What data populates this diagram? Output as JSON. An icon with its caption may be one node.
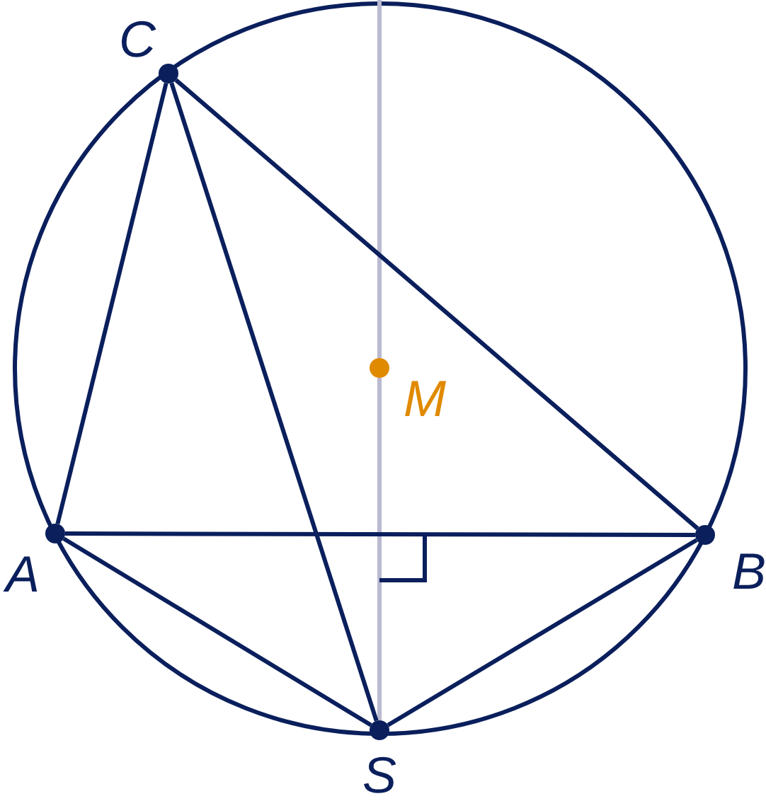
{
  "diagram": {
    "nodes": [
      {
        "text": [
          "C"
        ]
      },
      {
        "text": [
          "A"
        ]
      },
      {
        "text": [
          "B"
        ]
      },
      {
        "text": [
          "S"
        ]
      },
      {
        "text": [
          "M"
        ]
      }
    ],
    "edges": [
      {
        "from": null,
        "to": 4,
        "arrow": "none",
        "color": "#b9b9d0"
      },
      {
        "from": 4,
        "to": 3,
        "arrow": "none",
        "color": "#b9b9d0"
      },
      {
        "from": 0,
        "to": 1,
        "arrow": "none"
      },
      {
        "from": 0,
        "to": 2,
        "arrow": "none"
      },
      {
        "from": 0,
        "to": 3,
        "arrow": "none"
      },
      {
        "from": 1,
        "to": 2,
        "arrow": "none"
      },
      {
        "from": 1,
        "to": 3,
        "arrow": "none"
      },
      {
        "from": 2,
        "to": 3,
        "arrow": "none"
      }
    ]
  }
}
